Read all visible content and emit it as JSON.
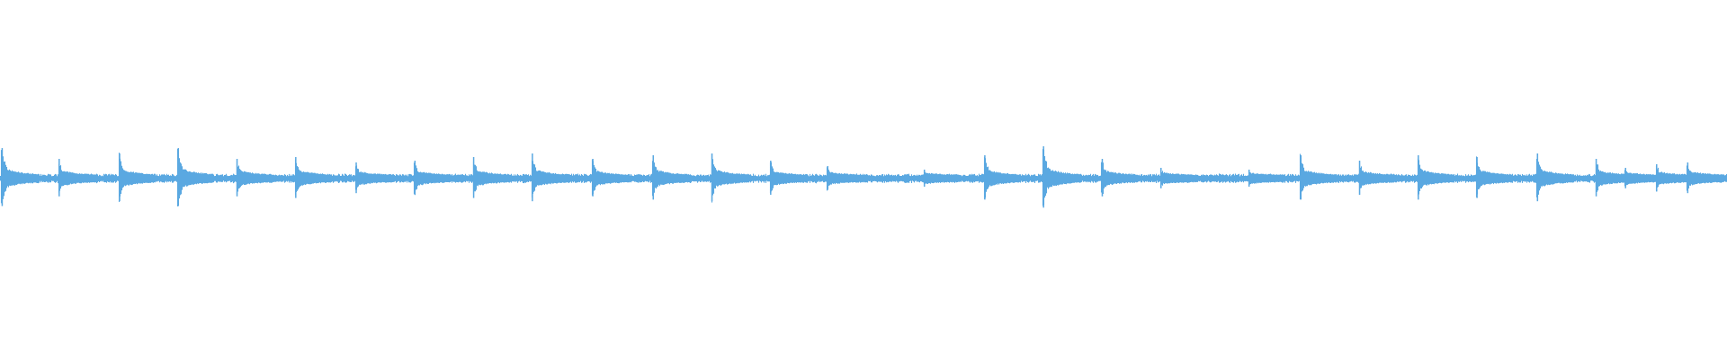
{
  "chart_data": {
    "type": "area",
    "title": "",
    "xlabel": "",
    "ylabel": "",
    "grid": false,
    "legend": "none",
    "color": "#5aa8e1",
    "ylim": [
      -1,
      1
    ],
    "baseline_amplitude": 0.02,
    "transients": [
      {
        "t": 0.001,
        "amp": 0.17
      },
      {
        "t": 0.034,
        "amp": 0.11
      },
      {
        "t": 0.069,
        "amp": 0.14
      },
      {
        "t": 0.103,
        "amp": 0.17
      },
      {
        "t": 0.137,
        "amp": 0.11
      },
      {
        "t": 0.171,
        "amp": 0.12
      },
      {
        "t": 0.206,
        "amp": 0.09
      },
      {
        "t": 0.24,
        "amp": 0.1
      },
      {
        "t": 0.274,
        "amp": 0.12
      },
      {
        "t": 0.308,
        "amp": 0.14
      },
      {
        "t": 0.343,
        "amp": 0.11
      },
      {
        "t": 0.378,
        "amp": 0.13
      },
      {
        "t": 0.412,
        "amp": 0.14
      },
      {
        "t": 0.446,
        "amp": 0.1
      },
      {
        "t": 0.479,
        "amp": 0.07
      },
      {
        "t": 0.535,
        "amp": 0.05
      },
      {
        "t": 0.57,
        "amp": 0.13
      },
      {
        "t": 0.604,
        "amp": 0.18
      },
      {
        "t": 0.638,
        "amp": 0.11
      },
      {
        "t": 0.672,
        "amp": 0.06
      },
      {
        "t": 0.723,
        "amp": 0.05
      },
      {
        "t": 0.753,
        "amp": 0.13
      },
      {
        "t": 0.787,
        "amp": 0.1
      },
      {
        "t": 0.821,
        "amp": 0.13
      },
      {
        "t": 0.855,
        "amp": 0.12
      },
      {
        "t": 0.89,
        "amp": 0.14
      },
      {
        "t": 0.924,
        "amp": 0.11
      },
      {
        "t": 0.941,
        "amp": 0.06
      },
      {
        "t": 0.959,
        "amp": 0.08
      },
      {
        "t": 0.977,
        "amp": 0.09
      }
    ]
  }
}
